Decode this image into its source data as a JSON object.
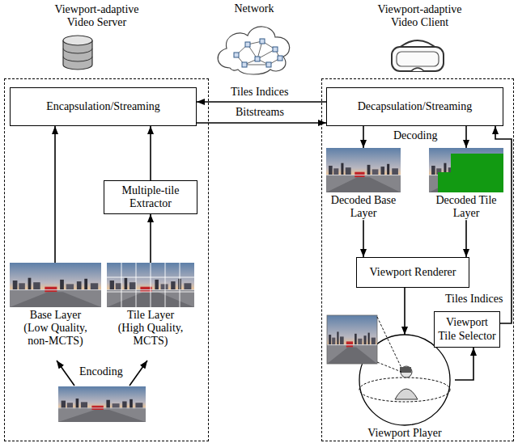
{
  "diagram": {
    "nodes": [
      {
        "text": [
          "Viewport-adaptive Video Server"
        ]
      },
      {
        "text": [
          "Encapsulation/Streaming"
        ],
        "in": 0
      },
      {
        "text": [
          "Multiple-tile Extractor"
        ],
        "in": 0
      },
      {
        "text": [
          "Base Layer (Low Quality, non-MCTS)"
        ],
        "in": 0
      },
      {
        "text": [
          "Tile Layer (High Quality, MCTS)"
        ],
        "in": 0
      },
      {
        "text": [
          "Network"
        ]
      },
      {
        "text": [
          "Viewport-adaptive Video Client"
        ]
      },
      {
        "text": [
          "Decapsulation/Streaming"
        ],
        "in": 6
      },
      {
        "text": [
          "Decoded Base Layer"
        ],
        "in": 6
      },
      {
        "text": [
          "Decoded Tile Layer"
        ],
        "in": 6
      },
      {
        "text": [
          "Viewport Renderer"
        ],
        "in": 6
      },
      {
        "text": [
          "Viewport Tile Selector"
        ],
        "in": 6
      },
      {
        "text": [
          "Viewport Player"
        ],
        "in": 6
      }
    ],
    "edges": [
      {
        "from": 3,
        "to": 1,
        "arrow": "to"
      },
      {
        "from": 4,
        "to": 2,
        "arrow": "to"
      },
      {
        "from": 2,
        "to": 1,
        "arrow": "to"
      },
      {
        "from": 7,
        "to": 1,
        "label": "Tiles Indices",
        "arrow": "to"
      },
      {
        "from": 1,
        "to": 7,
        "label": "Bitstreams",
        "arrow": "to"
      },
      {
        "from": 7,
        "to": 8,
        "arrow": "to"
      },
      {
        "from": 7,
        "to": 9,
        "arrow": "to"
      },
      {
        "from": 8,
        "to": 10,
        "arrow": "to"
      },
      {
        "from": 9,
        "to": 10,
        "arrow": "to"
      },
      {
        "from": 10,
        "to": 12,
        "arrow": "to"
      },
      {
        "from": 12,
        "to": 11,
        "arrow": "to"
      },
      {
        "from": 11,
        "to": 7,
        "label": "Tiles Indices",
        "arrow": "to"
      }
    ],
    "labels": [
      "Encoding",
      "Decoding"
    ]
  }
}
